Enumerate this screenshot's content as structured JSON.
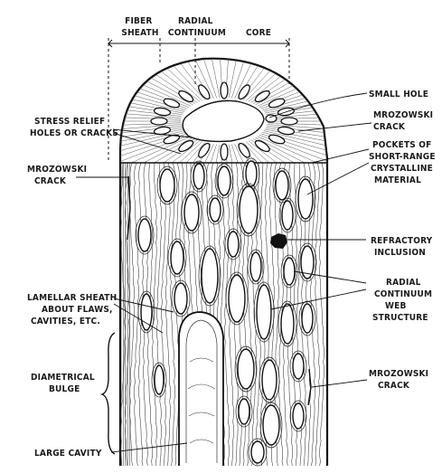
{
  "diagram": {
    "header_labels": [
      {
        "id": "fiber-sheath",
        "lines": [
          "FIBER",
          "SHEATH"
        ]
      },
      {
        "id": "radial-continuum",
        "lines": [
          "RADIAL",
          "CONTINUUM"
        ]
      },
      {
        "id": "core",
        "lines": [
          "CORE"
        ]
      }
    ],
    "callouts": [
      {
        "id": "small-hole",
        "lines": [
          "SMALL HOLE"
        ]
      },
      {
        "id": "mrozowski-crack-top-right",
        "lines": [
          "MROZOWSKI",
          "CRACK"
        ]
      },
      {
        "id": "pockets-short-range",
        "lines": [
          "POCKETS OF",
          "SHORT-RANGE",
          "CRYSTALLINE",
          "MATERIAL"
        ]
      },
      {
        "id": "refractory-inclusion",
        "lines": [
          "REFRACTORY",
          "INCLUSION"
        ]
      },
      {
        "id": "radial-continuum-web",
        "lines": [
          "RADIAL",
          "CONTINUUM",
          "WEB",
          "STRUCTURE"
        ]
      },
      {
        "id": "mrozowski-crack-bottom-right",
        "lines": [
          "MROZOWSKI",
          "CRACK"
        ]
      },
      {
        "id": "stress-relief",
        "lines": [
          "STRESS RELIEF",
          "HOLES OR CRACKS"
        ]
      },
      {
        "id": "mrozowski-crack-left",
        "lines": [
          "MROZOWSKI",
          "CRACK"
        ]
      },
      {
        "id": "lamellar-sheath",
        "lines": [
          "LAMELLAR SHEATH",
          "ABOUT FLAWS,",
          "CAVITIES, ETC."
        ]
      },
      {
        "id": "diametrical-bulge",
        "lines": [
          "DIAMETRICAL",
          "BULGE"
        ]
      },
      {
        "id": "large-cavity",
        "lines": [
          "LARGE CAVITY"
        ]
      }
    ]
  }
}
